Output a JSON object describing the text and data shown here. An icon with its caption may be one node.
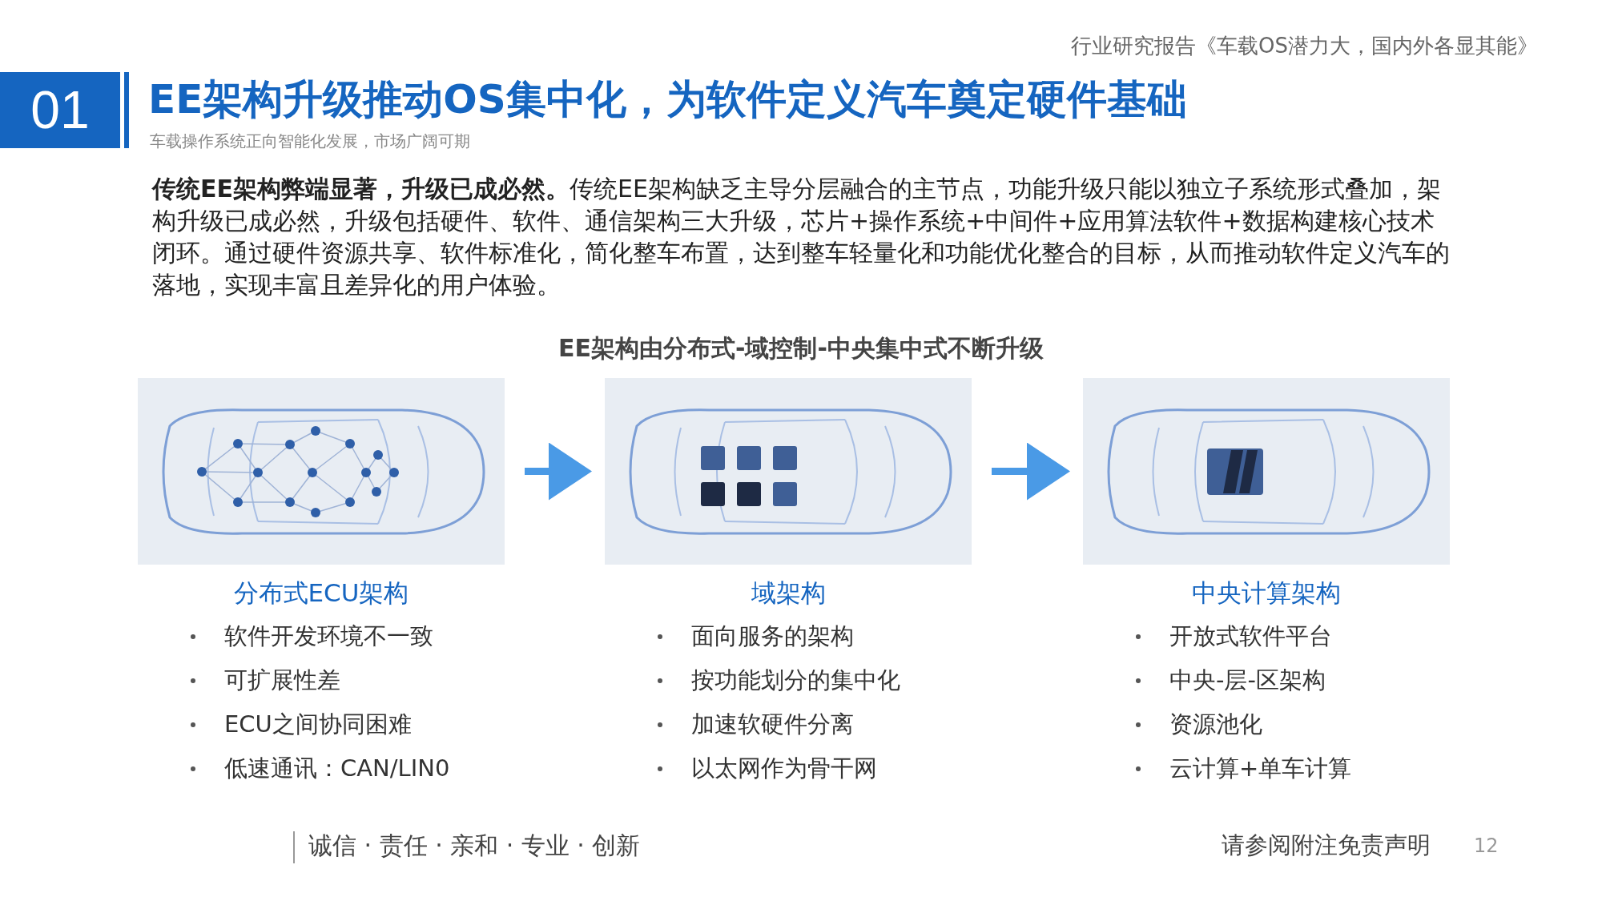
{
  "diagram": {
    "title": "EE架构升级推动OS集中化，为软件定义汽车奠定硬件基础",
    "nodes": [
      {
        "text": [
          "分布式ECU架构",
          "软件开发环境不一致",
          "可扩展性差",
          "ECU之间协同困难",
          "低速通讯：CAN/LIN0"
        ]
      },
      {
        "text": [
          "域架构",
          "面向服务的架构",
          "按功能划分的集中化",
          "加速软硬件分离",
          "以太网作为骨干网"
        ]
      },
      {
        "text": [
          "中央计算架构",
          "开放式软件平台",
          "中央-层-区架构",
          "资源池化",
          "云计算+单车计算"
        ]
      }
    ],
    "edges": [
      {
        "from": 0,
        "to": 1,
        "arrow": "to"
      },
      {
        "from": 1,
        "to": 2,
        "arrow": "to"
      }
    ],
    "labels": [
      "01",
      "行业研究报告《车载OS潜力大，国内外各显其能》",
      "车载操作系统正向智能化发展，市场广阔可期",
      "**传统EE架构弊端显著，升级已成必然。**传统EE架构缺乏主导分层融合的主节点，功能升级只能以独立子系统形式叠加，架构升级已成必然，升级包括硬件、软件、通信架构三大升级，芯片+操作系统+中间件+应用算法软件+数据构建核心技术闭环。通过硬件资源共享、软件标准化，简化整车布置，达到整车轻量化和功能优化整合的目标，从而推动软件定义汽车的落地，实现丰富且差异化的用户体验。",
      "EE架构由分布式-域控制-中央集中式不断升级",
      "诚信 · 责任 · 亲和 · 专业 · 创新",
      "请参阅附注免责声明",
      "12"
    ]
  }
}
